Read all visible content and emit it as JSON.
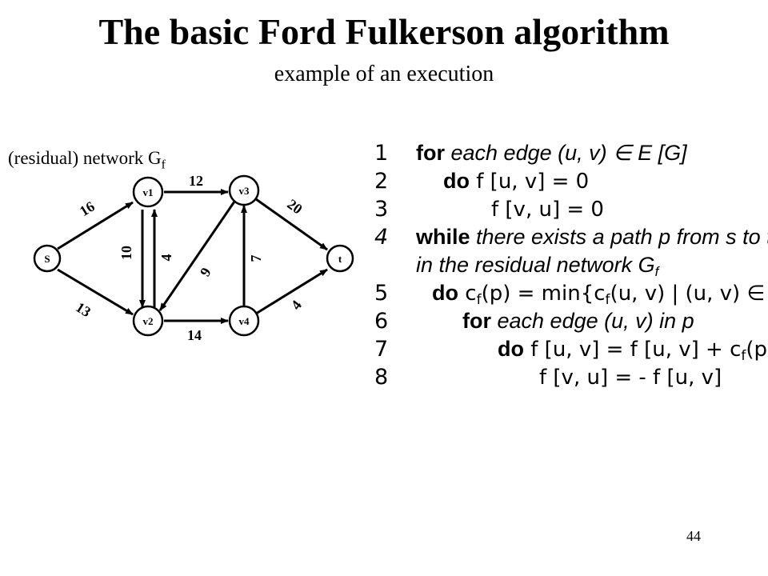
{
  "title": "The basic Ford Fulkerson algorithm",
  "subtitle": "example of an execution",
  "network_label": {
    "text": "(residual) network G",
    "subscript": "f"
  },
  "graph": {
    "nodes": {
      "s": "S",
      "v1": "v1",
      "v2": "v2",
      "v3": "v3",
      "v4": "v4",
      "t": "t"
    },
    "edges": {
      "s_v1": "16",
      "s_v2": "13",
      "v1_v2": "10",
      "v2_v1": "4",
      "v1_v3": "12",
      "v3_v2": "9",
      "v2_v4": "14",
      "v4_v3": "7",
      "v3_t": "20",
      "v4_t": "4"
    }
  },
  "algorithm": {
    "l1": {
      "num": "1",
      "kw": "for",
      "rest": " each edge (u, v) ∈ E [G]"
    },
    "l2": {
      "num": "2",
      "kw": "do",
      "rest": " f [u, v] = 0"
    },
    "l3": {
      "num": "3",
      "rest": "f [v, u] = 0"
    },
    "l4": {
      "num": "4",
      "kw": "while",
      "rest": " there exists a path p from s to t"
    },
    "l4b": {
      "rest": "in the residual network G",
      "sub": "f"
    },
    "l5": {
      "num": "5",
      "kw": "do",
      "c1": " c",
      "s1": "f",
      "m1": "(p) = min{c",
      "s2": "f",
      "m2": "(u, v) | (u, v) ∈ p}"
    },
    "l6": {
      "num": "6",
      "kw": "for",
      "rest": " each edge (u, v) in p"
    },
    "l7": {
      "num": "7",
      "kw": "do",
      "m1": " f [u, v] = f [u, v] + c",
      "s1": "f",
      "m2": "(p)"
    },
    "l8": {
      "num": "8",
      "rest": "f [v, u] = - f [u, v]"
    }
  },
  "page_number": "44"
}
